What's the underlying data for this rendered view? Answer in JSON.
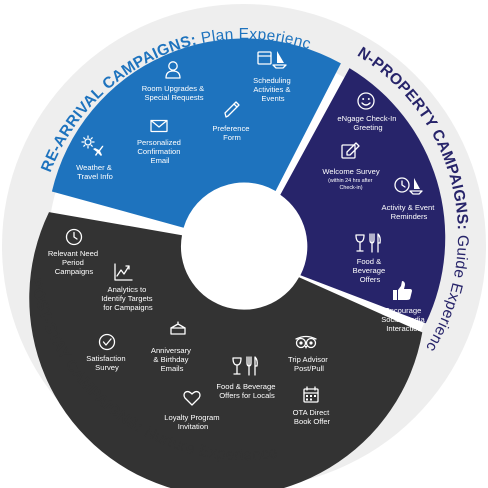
{
  "colors": {
    "pre_arrival": "#1e73be",
    "on_property": "#27246a",
    "post_stay": "#333333",
    "ring_text_blue": "#1e73be",
    "ring_text_navy": "#27246a",
    "ring_text_dark": "#333333"
  },
  "segments": {
    "pre_arrival": {
      "title_bold": "PRE-ARRIVAL CAMPAIGNS:",
      "title_light": " Plan Experience",
      "items": [
        {
          "lines": [
            "Room Upgrades &",
            "Special Requests"
          ],
          "icon": "user-icon"
        },
        {
          "lines": [
            "Scheduling",
            "Activities &",
            "Events"
          ],
          "icon": "calendar-sail-icon"
        },
        {
          "lines": [
            "Personalized",
            "Confirmation",
            "Email"
          ],
          "icon": "envelope-icon"
        },
        {
          "lines": [
            "Preference",
            "Form"
          ],
          "icon": "pencil-icon"
        },
        {
          "lines": [
            "Weather &",
            "Travel Info"
          ],
          "icon": "sun-plane-icon"
        }
      ]
    },
    "on_property": {
      "title_bold": "ON-PROPERTY CAMPAIGNS:",
      "title_light": " Guide Experience",
      "items": [
        {
          "lines": [
            "eNgage Check-In",
            "Greeting"
          ],
          "icon": "smiley-icon"
        },
        {
          "lines": [
            "Welcome Survey"
          ],
          "sub": [
            "(within 24 hrs after",
            "Check-in)"
          ],
          "icon": "edit-icon"
        },
        {
          "lines": [
            "Activity & Event",
            "Reminders"
          ],
          "icon": "clock-sail-icon"
        },
        {
          "lines": [
            "Food &",
            "Beverage",
            "Offers"
          ],
          "icon": "wine-cutlery-icon"
        },
        {
          "lines": [
            "Encourage",
            "Social Media",
            "Interaction"
          ],
          "icon": "thumbs-up-icon"
        }
      ]
    },
    "post_stay": {
      "title_bold": "POST-STAY CAMPAIGNS:",
      "title_light": " Nurture Experience",
      "items": [
        {
          "lines": [
            "Relevant Need",
            "Period",
            "Campaigns"
          ],
          "icon": "clock-icon"
        },
        {
          "lines": [
            "Analytics to",
            "Identify Targets",
            "for Campaigns"
          ],
          "icon": "chart-line-icon"
        },
        {
          "lines": [
            "Satisfaction",
            "Survey"
          ],
          "icon": "check-circle-icon"
        },
        {
          "lines": [
            "Anniversary",
            "& Birthday",
            "Emails"
          ],
          "icon": "cake-icon"
        },
        {
          "lines": [
            "Trip Advisor",
            "Post/Pull"
          ],
          "icon": "owl-icon"
        },
        {
          "lines": [
            "Food & Beverage",
            "Offers for Locals"
          ],
          "icon": "wine-cutlery-icon"
        },
        {
          "lines": [
            "Loyalty Program",
            "Invitation"
          ],
          "icon": "heart-icon"
        },
        {
          "lines": [
            "OTA Direct",
            "Book Offer"
          ],
          "icon": "calendar-icon"
        }
      ]
    }
  }
}
